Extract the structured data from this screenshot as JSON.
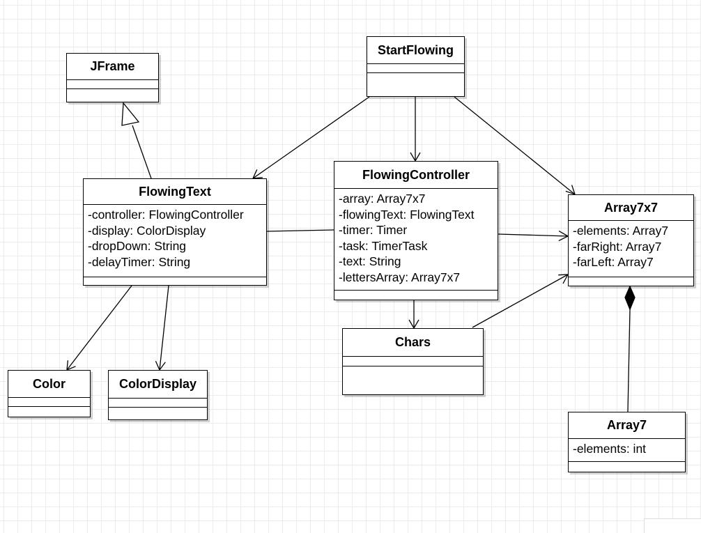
{
  "diagram": {
    "classes": {
      "startflowing": {
        "name": "StartFlowing",
        "attributes": []
      },
      "jframe": {
        "name": "JFrame",
        "attributes": []
      },
      "flowingtext": {
        "name": "FlowingText",
        "attributes": [
          "-controller: FlowingController",
          "-display: ColorDisplay",
          "-dropDown: String",
          "-delayTimer: String"
        ]
      },
      "flowingcontroller": {
        "name": "FlowingController",
        "attributes": [
          "-array: Array7x7",
          "-flowingText: FlowingText",
          "-timer: Timer",
          "-task: TimerTask",
          "-text: String",
          "-lettersArray: Array7x7"
        ]
      },
      "array7x7": {
        "name": "Array7x7",
        "attributes": [
          "-elements: Array7",
          "-farRight: Array7",
          "-farLeft: Array7"
        ]
      },
      "chars": {
        "name": "Chars",
        "attributes": []
      },
      "color": {
        "name": "Color",
        "attributes": []
      },
      "colordisplay": {
        "name": "ColorDisplay",
        "attributes": []
      },
      "array7": {
        "name": "Array7",
        "attributes": [
          "-elements: int"
        ]
      }
    },
    "relationships": [
      {
        "from": "FlowingText",
        "to": "JFrame",
        "kind": "generalization"
      },
      {
        "from": "StartFlowing",
        "to": "FlowingText",
        "kind": "association"
      },
      {
        "from": "StartFlowing",
        "to": "FlowingController",
        "kind": "association"
      },
      {
        "from": "StartFlowing",
        "to": "Array7x7",
        "kind": "association"
      },
      {
        "from": "FlowingText",
        "to": "FlowingController",
        "kind": "link"
      },
      {
        "from": "FlowingController",
        "to": "Array7x7",
        "kind": "association"
      },
      {
        "from": "FlowingController",
        "to": "Chars",
        "kind": "association"
      },
      {
        "from": "Chars",
        "to": "Array7x7",
        "kind": "association"
      },
      {
        "from": "FlowingText",
        "to": "Color",
        "kind": "association"
      },
      {
        "from": "FlowingText",
        "to": "ColorDisplay",
        "kind": "association"
      },
      {
        "from": "Array7",
        "to": "Array7x7",
        "kind": "composition"
      }
    ]
  }
}
